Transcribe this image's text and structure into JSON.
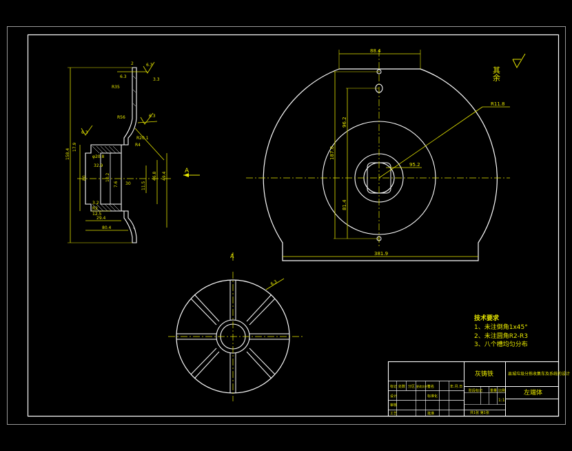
{
  "drawing": {
    "roughness_label": "其余",
    "section_marker_left": "A",
    "section_marker_bottom": "A",
    "dims_main": {
      "top": "88.4",
      "radius_r": "R11.8",
      "inner": "95.2",
      "bottom": "381.9",
      "left_v1": "96.2",
      "left_v2": "187.0",
      "left_v3": "81.4"
    },
    "dims_side": {
      "d1": "2",
      "d2": "6.3",
      "d3": "6.3",
      "d4": "3.3",
      "d5": "R35",
      "d6": "R56",
      "d7": "6.3",
      "d8": "R20.1",
      "d9": "R4",
      "d10": "158.4",
      "d11": "6.3",
      "d12": "17.9",
      "d13": "80",
      "d14": "φ20.8",
      "d15": "32.9",
      "d16": "49.4",
      "d17": "46.8",
      "d18": "10.2",
      "d19": "7.6",
      "d20": "11.5",
      "d21": "30",
      "d22": "3.2",
      "d23": "29.4",
      "d24": "80.4",
      "d25": "12.5",
      "d26": "R2"
    },
    "fan_dim": "6.3"
  },
  "notes": {
    "title": "技术要求",
    "items": [
      "1、未注倒角1x45°",
      "2、未注圆角R2-R3",
      "3、八个槽均匀分布"
    ]
  },
  "title_block": {
    "material": "灰铸铁",
    "company": "县城垃圾分拣收集车及系统的设计",
    "part_name": "左端体",
    "rows": [
      "标记",
      "处数",
      "分区",
      "更改文件号",
      "签名",
      "年.月.日"
    ],
    "designer_row": [
      "设计",
      "",
      "标准化",
      "",
      "阶段标记",
      "重量",
      "比例"
    ],
    "checker_label": "审核",
    "process_label": "工艺",
    "approve_label": "批准",
    "scale": "1:1",
    "sheet_info": "共1张 第1张"
  }
}
